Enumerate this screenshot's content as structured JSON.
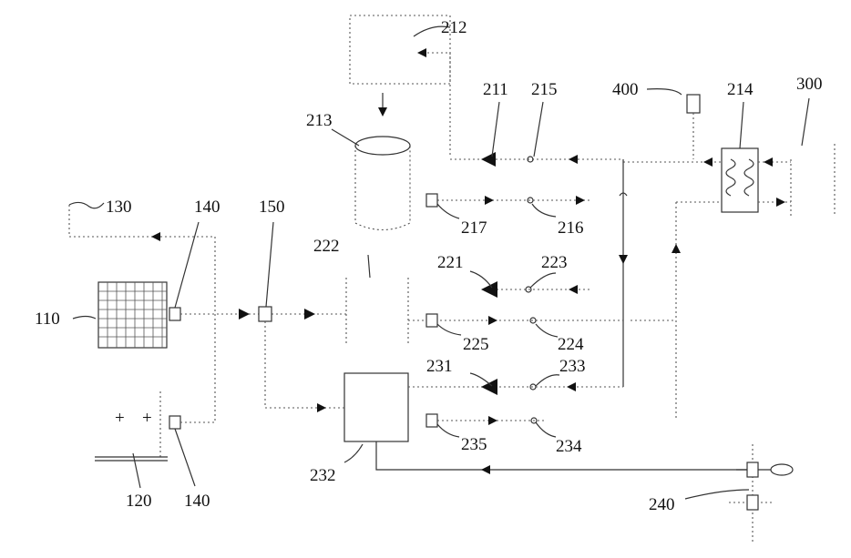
{
  "labels": {
    "l110": "110",
    "l120": "120",
    "l130": "130",
    "l140a": "140",
    "l140b": "140",
    "l150": "150",
    "l211": "211",
    "l212": "212",
    "l213": "213",
    "l214": "214",
    "l215": "215",
    "l216": "216",
    "l217": "217",
    "l221": "221",
    "l222": "222",
    "l223": "223",
    "l224": "224",
    "l225": "225",
    "l231": "231",
    "l232": "232",
    "l233": "233",
    "l234": "234",
    "l235": "235",
    "l240": "240",
    "l300": "300",
    "l400": "400"
  }
}
